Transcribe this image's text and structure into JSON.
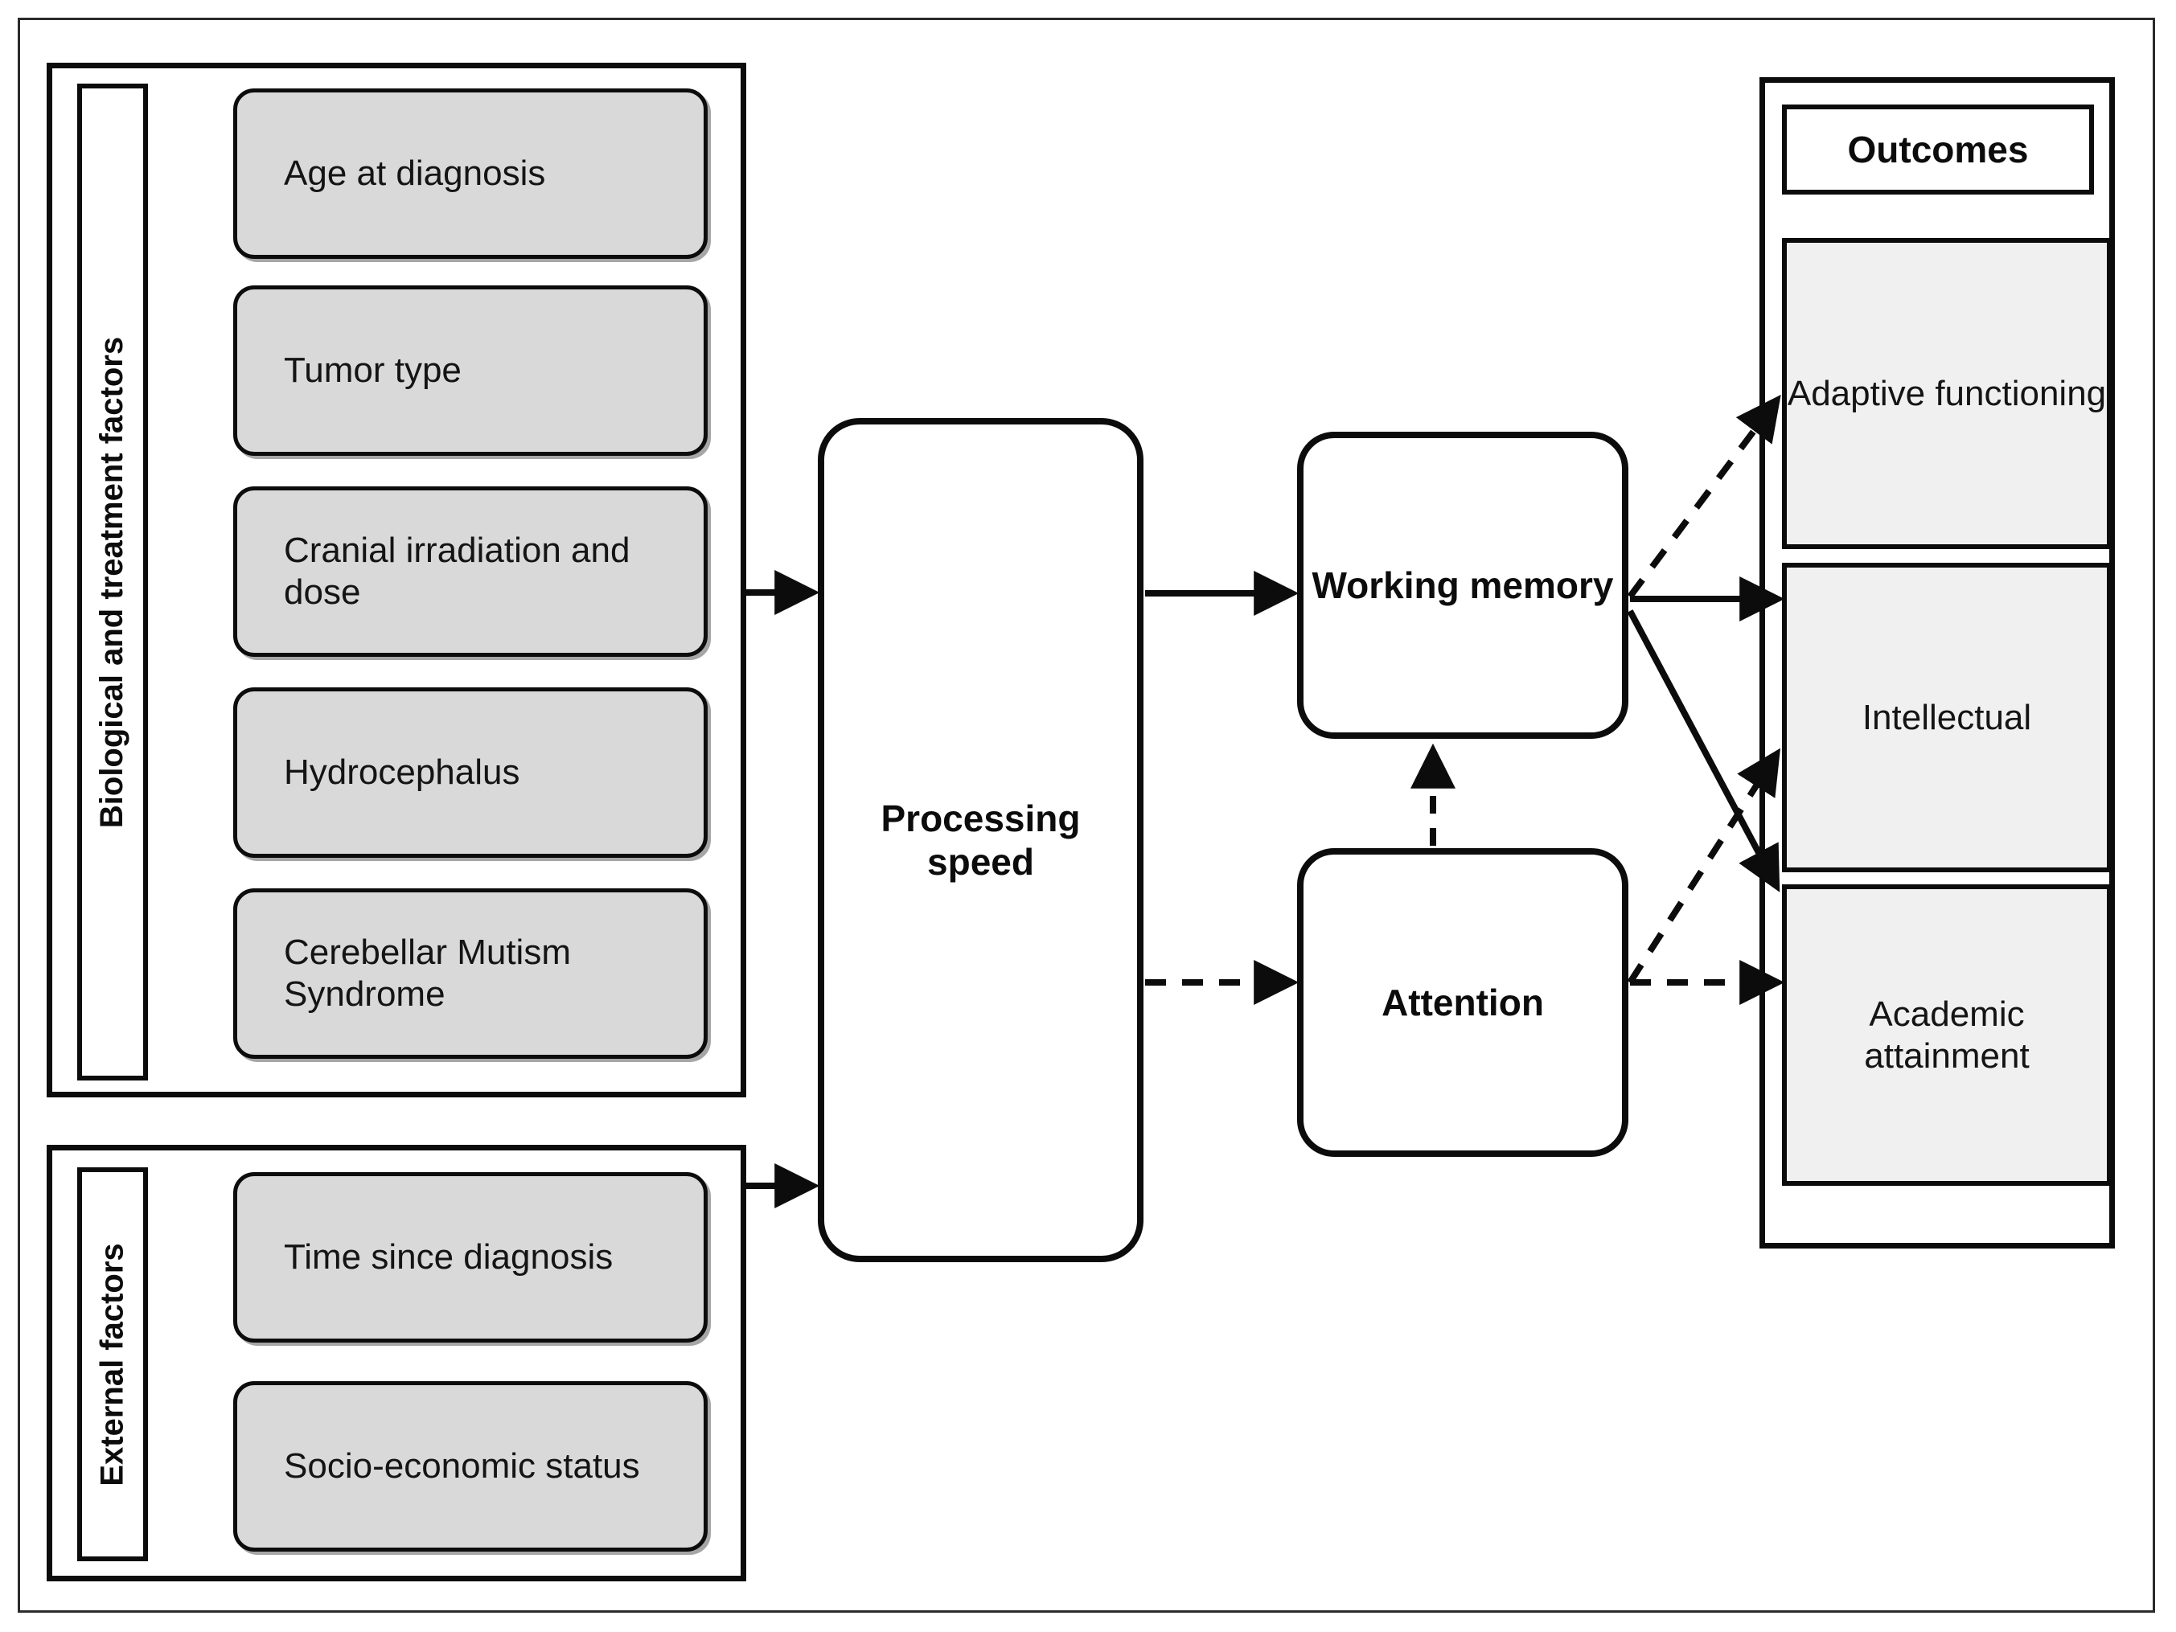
{
  "figure": {
    "type": "conceptual-model-diagram",
    "title_text_visible": false
  },
  "groups": {
    "biological": {
      "label": "Biological and treatment factors",
      "items": [
        {
          "label": "Age at diagnosis"
        },
        {
          "label": "Tumor type"
        },
        {
          "label": "Cranial irradiation and dose"
        },
        {
          "label": "Hydrocephalus"
        },
        {
          "label": "Cerebellar Mutism Syndrome"
        }
      ]
    },
    "external": {
      "label": "External factors",
      "items": [
        {
          "label": "Time since diagnosis"
        },
        {
          "label": "Socio-economic status"
        }
      ]
    }
  },
  "process": {
    "processing_speed": "Processing speed",
    "working_memory": "Working memory",
    "attention": "Attention"
  },
  "outcomes": {
    "title": "Outcomes",
    "items": [
      {
        "label": "Adaptive functioning"
      },
      {
        "label": "Intellectual"
      },
      {
        "label": "Academic attainment"
      }
    ]
  },
  "colors": {
    "factor_fill": "#D9D9D9",
    "outcome_fill": "#F0F0F0",
    "stroke": "#0C0C0C",
    "background": "#FFFFFF"
  },
  "edges": [
    {
      "from": "biological",
      "to": "processing_speed",
      "style": "solid"
    },
    {
      "from": "external",
      "to": "processing_speed",
      "style": "solid"
    },
    {
      "from": "processing_speed",
      "to": "working_memory",
      "style": "solid"
    },
    {
      "from": "processing_speed",
      "to": "attention",
      "style": "dashed"
    },
    {
      "from": "attention",
      "to": "working_memory",
      "style": "dashed"
    },
    {
      "from": "working_memory",
      "to": "adaptive_functioning",
      "style": "dashed"
    },
    {
      "from": "working_memory",
      "to": "intellectual",
      "style": "solid"
    },
    {
      "from": "working_memory",
      "to": "academic_attainment",
      "style": "solid"
    },
    {
      "from": "attention",
      "to": "intellectual",
      "style": "dashed"
    },
    {
      "from": "attention",
      "to": "academic_attainment",
      "style": "dashed"
    }
  ]
}
